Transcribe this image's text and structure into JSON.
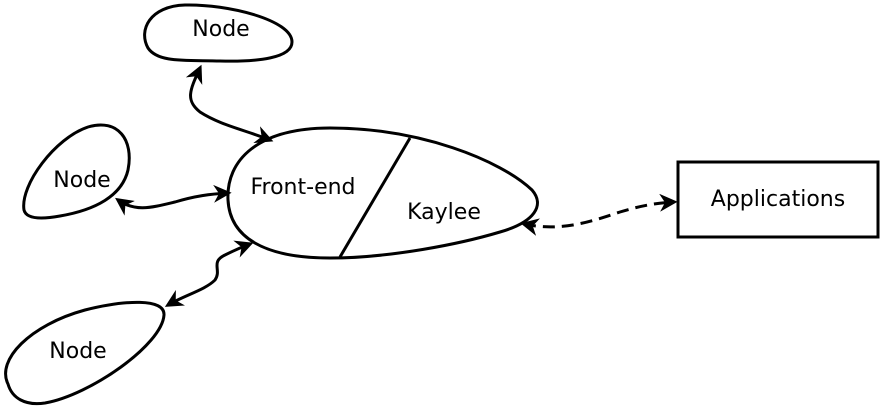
{
  "diagram": {
    "nodes": {
      "node_top": "Node",
      "node_left": "Node",
      "node_bottom": "Node",
      "frontend": "Front-end",
      "kaylee": "Kaylee",
      "applications": "Applications"
    },
    "edges": [
      {
        "from": "node_top",
        "to": "frontend",
        "style": "solid",
        "arrows": "both"
      },
      {
        "from": "node_left",
        "to": "frontend",
        "style": "solid",
        "arrows": "both"
      },
      {
        "from": "node_bottom",
        "to": "frontend",
        "style": "solid",
        "arrows": "both"
      },
      {
        "from": "kaylee",
        "to": "applications",
        "style": "dashed",
        "arrows": "both"
      }
    ]
  }
}
